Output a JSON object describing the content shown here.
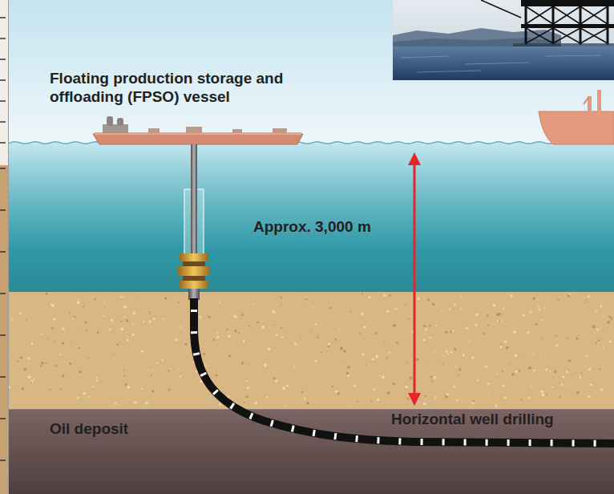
{
  "diagram": {
    "labels": [
      "Floating production storage and offloading (FPSO) vessel",
      "Approx. 3,000 m",
      "Oil deposit",
      "Horizontal well drilling"
    ]
  }
}
